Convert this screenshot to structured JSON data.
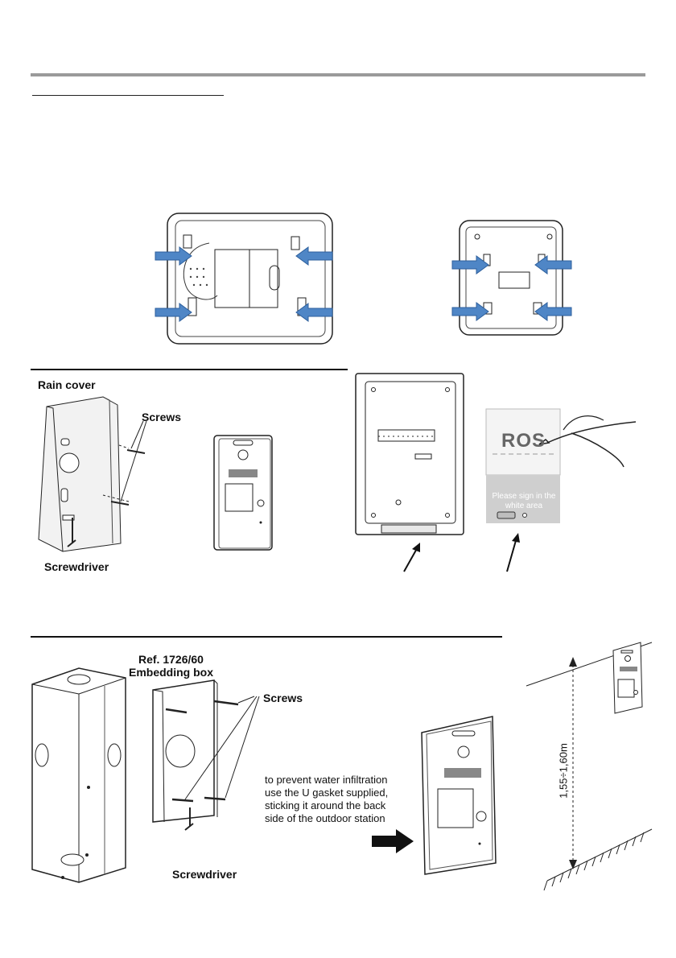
{
  "labels": {
    "rain_cover": "Rain cover",
    "screws_1": "Screws",
    "screwdriver_1": "Screwdriver",
    "ros_text": "ROS",
    "sign_hint_line1": "Please sign in the",
    "sign_hint_line2": "white area",
    "ref": "Ref. 1726/60",
    "embedding_box": "Embedding box",
    "screws_2": "Screws",
    "screwdriver_2": "Screwdriver",
    "gasket_note": [
      "to prevent water infiltration",
      "use the U gasket supplied,",
      "sticking it around the back",
      "side of the outdoor station"
    ],
    "height": "1,55÷1,60m"
  },
  "colors": {
    "arrow_blue": "#4f86c6",
    "rule_grey": "#9a9a9a",
    "outline": "#222222"
  }
}
